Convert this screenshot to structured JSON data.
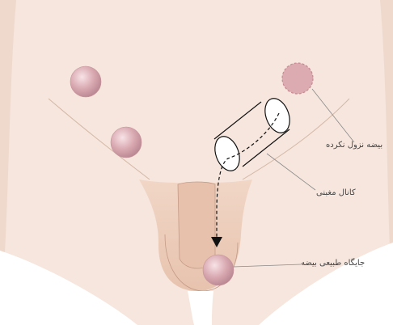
{
  "labels": {
    "undescended": "بیضه نزول نکرده",
    "inguinal_canal": "کانال مغبنی",
    "normal_position": "جایگاه طبیعی بیضه"
  },
  "colors": {
    "skin": "#f6e6dd",
    "skin_dark": "#eccfc0",
    "testis": "#d7a1aa",
    "line": "#8a8a8a"
  }
}
